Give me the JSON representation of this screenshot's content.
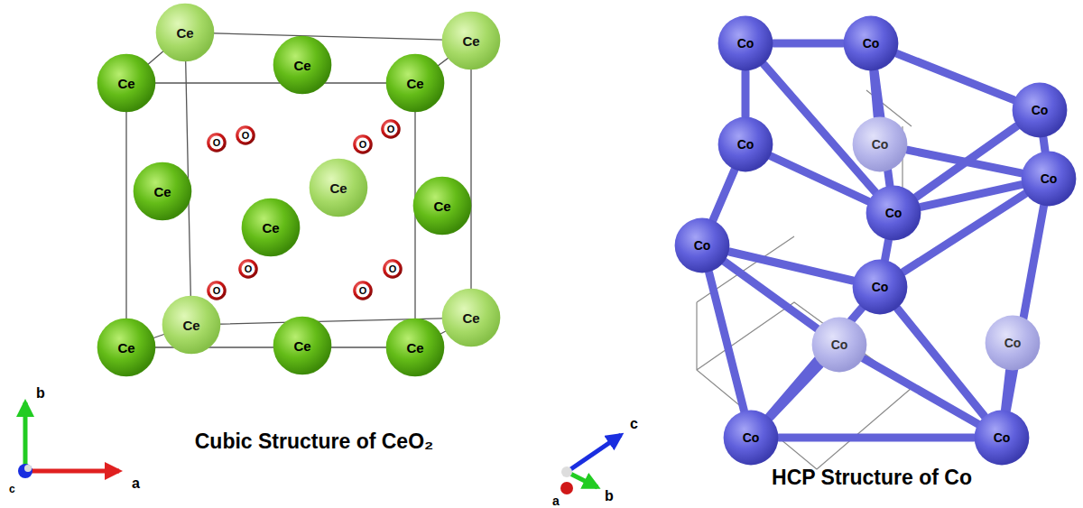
{
  "diagram": {
    "nodes": [
      {
        "text": [
          "Ce"
        ]
      },
      {
        "text": [
          "Ce"
        ]
      },
      {
        "text": [
          "Ce"
        ]
      },
      {
        "text": [
          "Ce"
        ]
      },
      {
        "text": [
          "Ce"
        ]
      },
      {
        "text": [
          "Ce"
        ]
      },
      {
        "text": [
          "Ce"
        ]
      },
      {
        "text": [
          "Ce"
        ]
      },
      {
        "text": [
          "Ce"
        ]
      },
      {
        "text": [
          "Ce"
        ]
      },
      {
        "text": [
          "Ce"
        ]
      },
      {
        "text": [
          "Ce"
        ]
      },
      {
        "text": [
          "Ce"
        ]
      },
      {
        "text": [
          "Ce"
        ]
      },
      {
        "text": [
          "O"
        ]
      },
      {
        "text": [
          "O"
        ]
      },
      {
        "text": [
          "O"
        ]
      },
      {
        "text": [
          "O"
        ]
      },
      {
        "text": [
          "O"
        ]
      },
      {
        "text": [
          "O"
        ]
      },
      {
        "text": [
          "O"
        ]
      },
      {
        "text": [
          "O"
        ]
      },
      {
        "text": [
          "Co"
        ]
      },
      {
        "text": [
          "Co"
        ]
      },
      {
        "text": [
          "Co"
        ]
      },
      {
        "text": [
          "Co"
        ]
      },
      {
        "text": [
          "Co"
        ]
      },
      {
        "text": [
          "Co"
        ]
      },
      {
        "text": [
          "Co"
        ]
      },
      {
        "text": [
          "Co"
        ]
      },
      {
        "text": [
          "Co"
        ]
      },
      {
        "text": [
          "Co"
        ]
      },
      {
        "text": [
          "Co"
        ]
      },
      {
        "text": [
          "Co"
        ]
      },
      {
        "text": [
          "Co"
        ]
      }
    ],
    "edges": [
      {
        "from": 22,
        "to": 23,
        "arrow": "none"
      },
      {
        "from": 23,
        "to": 24,
        "arrow": "none"
      },
      {
        "from": 22,
        "to": 25,
        "arrow": "none"
      },
      {
        "from": 25,
        "to": 28,
        "arrow": "none"
      },
      {
        "from": 28,
        "to": 33,
        "arrow": "none"
      },
      {
        "from": 33,
        "to": 34,
        "arrow": "none"
      },
      {
        "from": 34,
        "to": 27,
        "arrow": "none"
      },
      {
        "from": 27,
        "to": 24,
        "arrow": "none"
      },
      {
        "from": 22,
        "to": 29,
        "arrow": "none"
      },
      {
        "from": 23,
        "to": 29,
        "arrow": "none"
      },
      {
        "from": 24,
        "to": 29,
        "arrow": "none"
      },
      {
        "from": 25,
        "to": 29,
        "arrow": "none"
      },
      {
        "from": 27,
        "to": 29,
        "arrow": "none"
      },
      {
        "from": 28,
        "to": 30,
        "arrow": "none"
      },
      {
        "from": 30,
        "to": 33,
        "arrow": "none"
      },
      {
        "from": 30,
        "to": 34,
        "arrow": "none"
      },
      {
        "from": 30,
        "to": 27,
        "arrow": "none"
      },
      {
        "from": 29,
        "to": 30,
        "arrow": "none"
      },
      {
        "from": 23,
        "to": 26,
        "arrow": "none"
      },
      {
        "from": 26,
        "to": 27,
        "arrow": "none"
      },
      {
        "from": 28,
        "to": 31,
        "arrow": "none"
      },
      {
        "from": 31,
        "to": 34,
        "arrow": "none"
      },
      {
        "from": 32,
        "to": 34,
        "arrow": "none"
      },
      {
        "from": 33,
        "to": 31,
        "arrow": "none"
      }
    ],
    "labels": [
      "b",
      "c",
      "a",
      "Cubic Structure of CeO₂",
      "c",
      "a",
      "b",
      "HCP Structure of Co"
    ]
  }
}
